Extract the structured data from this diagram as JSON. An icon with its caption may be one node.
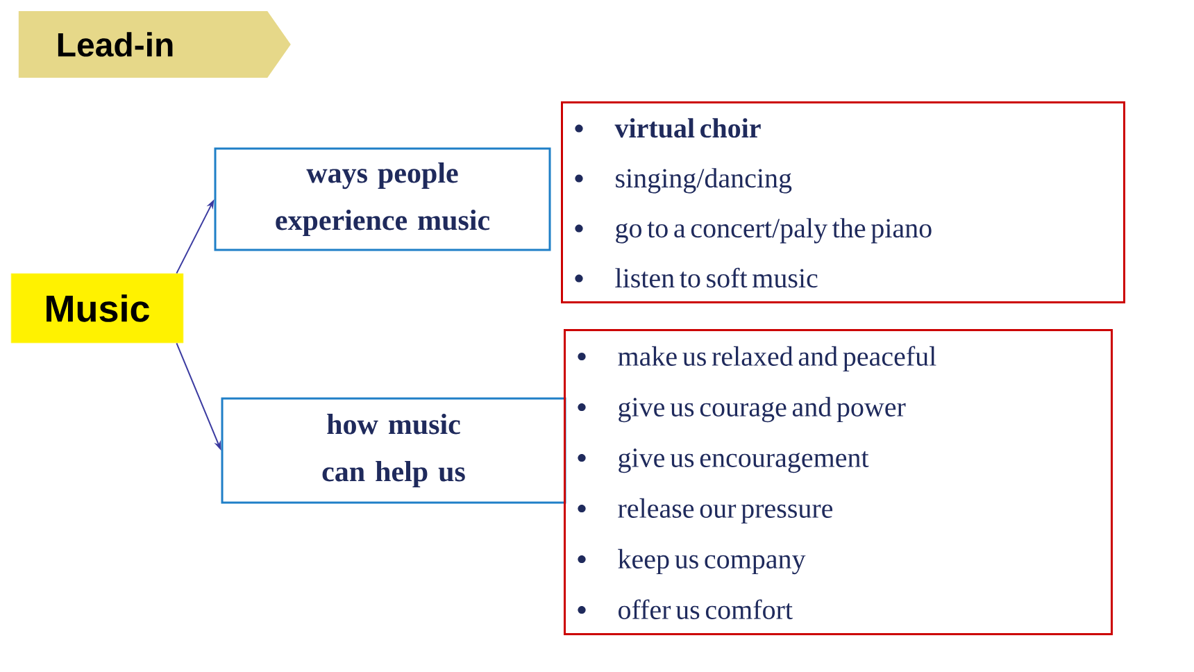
{
  "diagram": {
    "nodes": [
      {
        "text": [
          "Lead-in"
        ]
      },
      {
        "text": [
          "Music"
        ]
      },
      {
        "text": [
          "ways people experience music"
        ]
      },
      {
        "text": [
          "how music can help us"
        ]
      },
      {
        "text": [
          "**virtual choir**",
          "singing/dancing",
          "go to a concert/paly the piano",
          "listen to soft music"
        ]
      },
      {
        "text": [
          "make us relaxed and peaceful",
          "give us courage and power",
          "give us encouragement",
          "release our pressure",
          "keep us company",
          "offer us comfort"
        ]
      }
    ],
    "edges": [
      {
        "from": 1,
        "to": 2,
        "arrow": "to"
      },
      {
        "from": 1,
        "to": 3,
        "arrow": "to"
      }
    ]
  }
}
